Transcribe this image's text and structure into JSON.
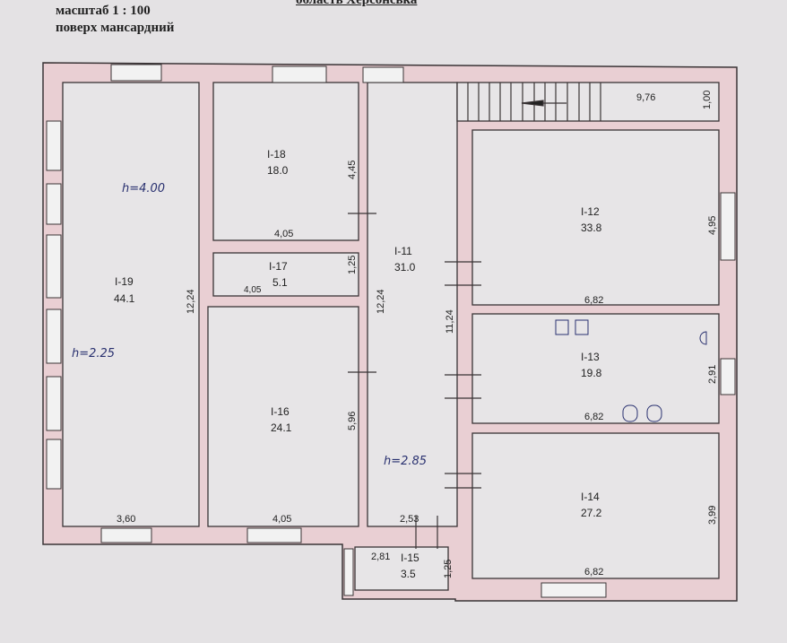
{
  "header": {
    "top_line": "область Херсонська",
    "scale": "масштаб 1 : 100",
    "floor": "поверх мансардний"
  },
  "rooms": [
    {
      "id": "I-19",
      "area": "44.1"
    },
    {
      "id": "I-18",
      "area": "18.0"
    },
    {
      "id": "I-17",
      "area": "5.1"
    },
    {
      "id": "I-16",
      "area": "24.1"
    },
    {
      "id": "I-11",
      "area": "31.0"
    },
    {
      "id": "I-12",
      "area": "33.8"
    },
    {
      "id": "I-13",
      "area": "19.8"
    },
    {
      "id": "I-14",
      "area": "27.2"
    },
    {
      "id": "I-15",
      "area": "3.5"
    }
  ],
  "dimensions": {
    "stair_len": "9,76",
    "stair_w": "1,00",
    "r19_h": "12,24",
    "r19_w": "3,60",
    "r18_h": "4,45",
    "r18_w": "4,05",
    "r17_h": "1,25",
    "r17_w": "4,05",
    "r16_h": "5,96",
    "r16_w": "4,05",
    "r11_h": "12,24",
    "r11_w": "2,53",
    "r11_h2": "11,24",
    "r12_h": "4,95",
    "r12_w": "6,82",
    "r13_h": "2,91",
    "r13_w": "6,82",
    "r14_h": "3,99",
    "r14_w": "6,82",
    "r15_w": "2,81",
    "r15_h": "1,25"
  },
  "heights": {
    "h1": "h=4.00",
    "h2": "h=2.25",
    "h3": "h=2.85"
  },
  "colors": {
    "wall": "#e9cfd3",
    "line": "#3a3436",
    "paper": "#e7e5e7"
  }
}
